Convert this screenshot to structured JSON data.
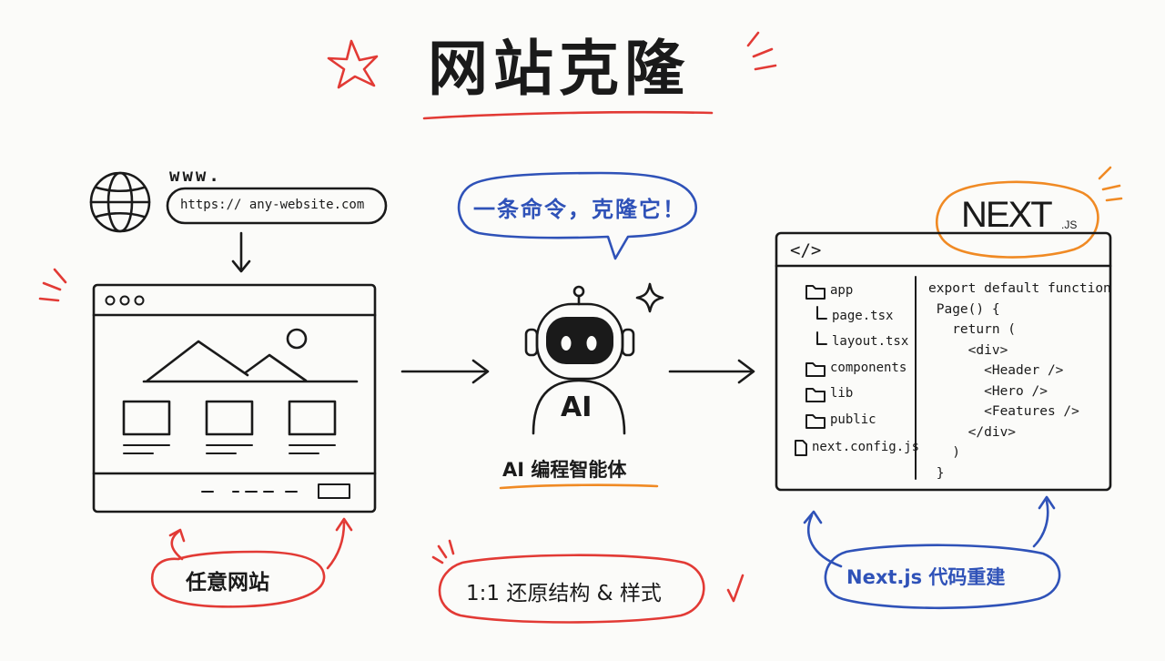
{
  "title": "网站克隆",
  "url": {
    "prefix": "www.",
    "address": "https:// any-website.com"
  },
  "speech_bubble": "一条命令，克隆它！",
  "agent": {
    "badge": "AI",
    "caption": "AI 编程智能体"
  },
  "labels": {
    "any_website": "任意网站",
    "restore": "1:1 还原结构 & 样式",
    "rebuild": "Next.js 代码重建"
  },
  "next_logo": {
    "main": "NEXT",
    "suffix": ".JS"
  },
  "editor": {
    "tag": "</>",
    "files": [
      {
        "name": "app",
        "kind": "folder"
      },
      {
        "name": "page.tsx",
        "kind": "child"
      },
      {
        "name": "layout.tsx",
        "kind": "child"
      },
      {
        "name": "components",
        "kind": "folder"
      },
      {
        "name": "lib",
        "kind": "folder"
      },
      {
        "name": "public",
        "kind": "folder"
      },
      {
        "name": "next.config.js",
        "kind": "file"
      }
    ],
    "code": "export default function\n Page() {\n   return (\n     <div>\n       <Header />\n       <Hero />\n       <Features />\n     </div>\n   )\n }"
  },
  "colors": {
    "ink": "#1a1a1a",
    "red": "#e23a35",
    "blue": "#2f52b8",
    "orange": "#f08a24"
  },
  "icons": [
    "star-icon",
    "globe-icon",
    "sparkle-icon",
    "robot-icon",
    "folder-icon",
    "file-icon",
    "checkmark-icon"
  ]
}
